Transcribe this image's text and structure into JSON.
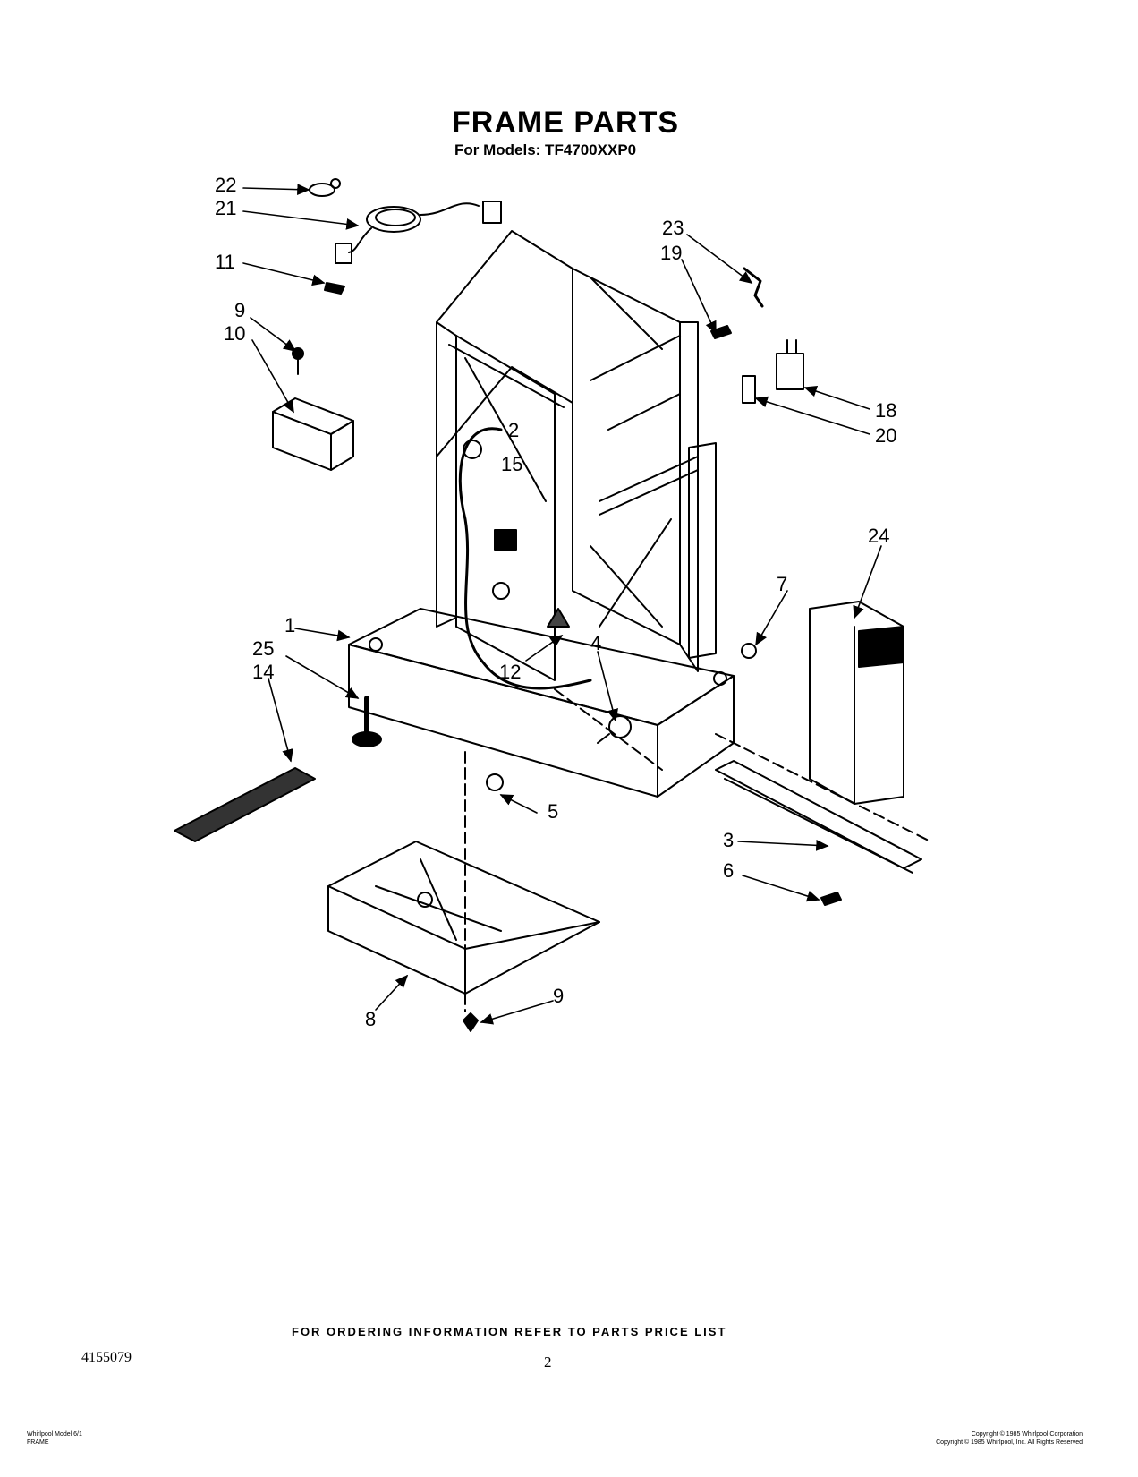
{
  "header": {
    "title": "FRAME PARTS",
    "subtitle": "For Models: TF4700XXP0"
  },
  "callouts": [
    "22",
    "21",
    "11",
    "9",
    "10",
    "23",
    "19",
    "18",
    "20",
    "2",
    "15",
    "24",
    "7",
    "1",
    "25",
    "14",
    "12",
    "4",
    "5",
    "3",
    "6",
    "8",
    "9"
  ],
  "footer": {
    "ordering_note": "FOR ORDERING INFORMATION REFER TO PARTS PRICE LIST",
    "doc_number": "4155079",
    "page_number": "2",
    "left_small_line1": "Whirlpool Model 6/1",
    "left_small_line2": "FRAME",
    "right_small_line1": "Copyright © 1985 Whirlpool Corporation",
    "right_small_line2": "Copyright © 1985 Whirlpool, Inc. All Rights Reserved"
  }
}
